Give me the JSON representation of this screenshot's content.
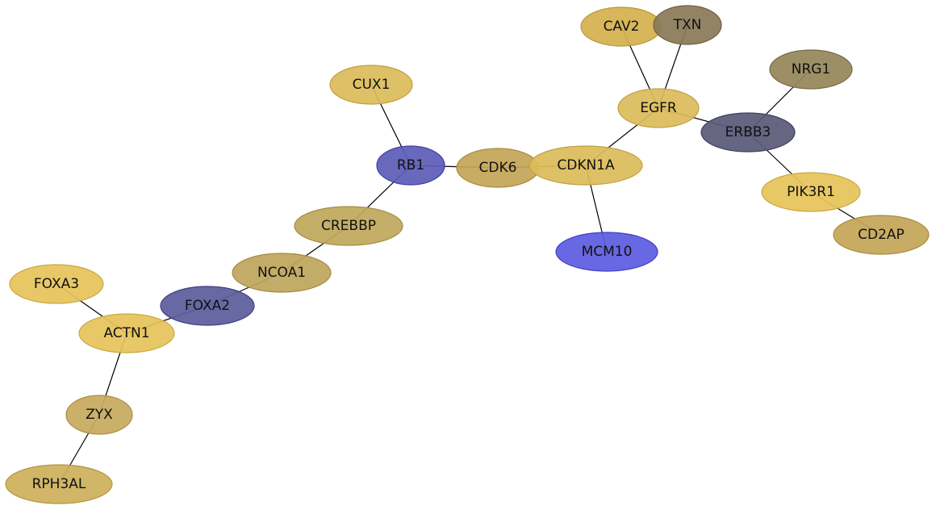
{
  "nodes": [
    {
      "id": "CAV2",
      "label": "CAV2",
      "fill": "#d4b050",
      "stroke": "#b89838"
    },
    {
      "id": "TXN",
      "label": "TXN",
      "fill": "#8a7a58",
      "stroke": "#6e6040"
    },
    {
      "id": "NRG1",
      "label": "NRG1",
      "fill": "#95865a",
      "stroke": "#786a42"
    },
    {
      "id": "CUX1",
      "label": "CUX1",
      "fill": "#dcbc5a",
      "stroke": "#c0a040"
    },
    {
      "id": "EGFR",
      "label": "EGFR",
      "fill": "#dcbc5a",
      "stroke": "#c0a040"
    },
    {
      "id": "ERBB3",
      "label": "ERBB3",
      "fill": "#5a5a78",
      "stroke": "#40405e"
    },
    {
      "id": "RB1",
      "label": "RB1",
      "fill": "#5c5cb8",
      "stroke": "#4040a0"
    },
    {
      "id": "CDK6",
      "label": "CDK6",
      "fill": "#c4a658",
      "stroke": "#a88c40"
    },
    {
      "id": "CDKN1A",
      "label": "CDKN1A",
      "fill": "#dcbc5a",
      "stroke": "#c0a040"
    },
    {
      "id": "PIK3R1",
      "label": "PIK3R1",
      "fill": "#e6c45a",
      "stroke": "#caa840"
    },
    {
      "id": "CREBBP",
      "label": "CREBBP",
      "fill": "#c0a85c",
      "stroke": "#a48e44"
    },
    {
      "id": "CD2AP",
      "label": "CD2AP",
      "fill": "#c4a658",
      "stroke": "#a88c40"
    },
    {
      "id": "MCM10",
      "label": "MCM10",
      "fill": "#5c5ce0",
      "stroke": "#4040c4"
    },
    {
      "id": "NCOA1",
      "label": "NCOA1",
      "fill": "#bea65c",
      "stroke": "#a28c44"
    },
    {
      "id": "FOXA3",
      "label": "FOXA3",
      "fill": "#e6c45a",
      "stroke": "#caa840"
    },
    {
      "id": "FOXA2",
      "label": "FOXA2",
      "fill": "#5c5c9c",
      "stroke": "#404084"
    },
    {
      "id": "ACTN1",
      "label": "ACTN1",
      "fill": "#e6c45a",
      "stroke": "#caa840"
    },
    {
      "id": "ZYX",
      "label": "ZYX",
      "fill": "#c6aa5c",
      "stroke": "#aa9044"
    },
    {
      "id": "RPH3AL",
      "label": "RPH3AL",
      "fill": "#ceb05c",
      "stroke": "#b29644"
    }
  ],
  "edges": [
    [
      "CAV2",
      "EGFR"
    ],
    [
      "TXN",
      "EGFR"
    ],
    [
      "EGFR",
      "ERBB3"
    ],
    [
      "EGFR",
      "CDKN1A"
    ],
    [
      "NRG1",
      "ERBB3"
    ],
    [
      "ERBB3",
      "PIK3R1"
    ],
    [
      "PIK3R1",
      "CD2AP"
    ],
    [
      "CUX1",
      "RB1"
    ],
    [
      "RB1",
      "CDK6"
    ],
    [
      "CDK6",
      "CDKN1A"
    ],
    [
      "CDKN1A",
      "MCM10"
    ],
    [
      "RB1",
      "CREBBP"
    ],
    [
      "CREBBP",
      "NCOA1"
    ],
    [
      "NCOA1",
      "FOXA2"
    ],
    [
      "FOXA2",
      "ACTN1"
    ],
    [
      "FOXA3",
      "ACTN1"
    ],
    [
      "ACTN1",
      "ZYX"
    ],
    [
      "ZYX",
      "RPH3AL"
    ]
  ]
}
